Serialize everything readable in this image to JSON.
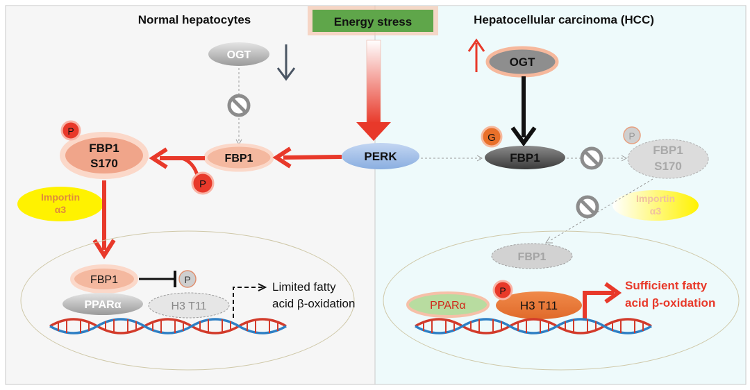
{
  "titles": {
    "left": "Normal hepatocytes",
    "right": "Hepatocellular carcinoma (HCC)",
    "center": "Energy stress"
  },
  "left_panel": {
    "ogt": "OGT",
    "fbp1": "FBP1",
    "fbp1_s170_line1": "FBP1",
    "fbp1_s170_line2": "S170",
    "phospho_badge": "P",
    "importin_line1": "Importin",
    "importin_line2": "α3",
    "nucleus_fbp1": "FBP1",
    "nucleus_p": "P",
    "ppara": "PPARα",
    "h3t11": "H3 T11",
    "outcome_line1": "Limited fatty",
    "outcome_line2": "acid β-oxidation"
  },
  "center": {
    "perk": "PERK"
  },
  "right_panel": {
    "ogt": "OGT",
    "g_badge": "G",
    "fbp1": "FBP1",
    "fbp1_s170_line1": "FBP1",
    "fbp1_s170_line2": "S170",
    "phospho_badge": "P",
    "importin_line1": "Importin",
    "importin_line2": "α3",
    "nucleus_fbp1": "FBP1",
    "ppara": "PPARα",
    "h3t11": "H3 T11",
    "h3_p": "P",
    "outcome_line1": "Sufficient fatty",
    "outcome_line2": "acid β-oxidation"
  },
  "colors": {
    "red": "#e8392a",
    "right_bg": "#eefafb",
    "left_bg": "#f6f6f6",
    "energy_green": "#5fa64a",
    "perk_blue": "#9bbbe6",
    "salmon": "#f0a58a",
    "importin_yellow": "#fff200",
    "importin_text": "#e08a3c"
  }
}
